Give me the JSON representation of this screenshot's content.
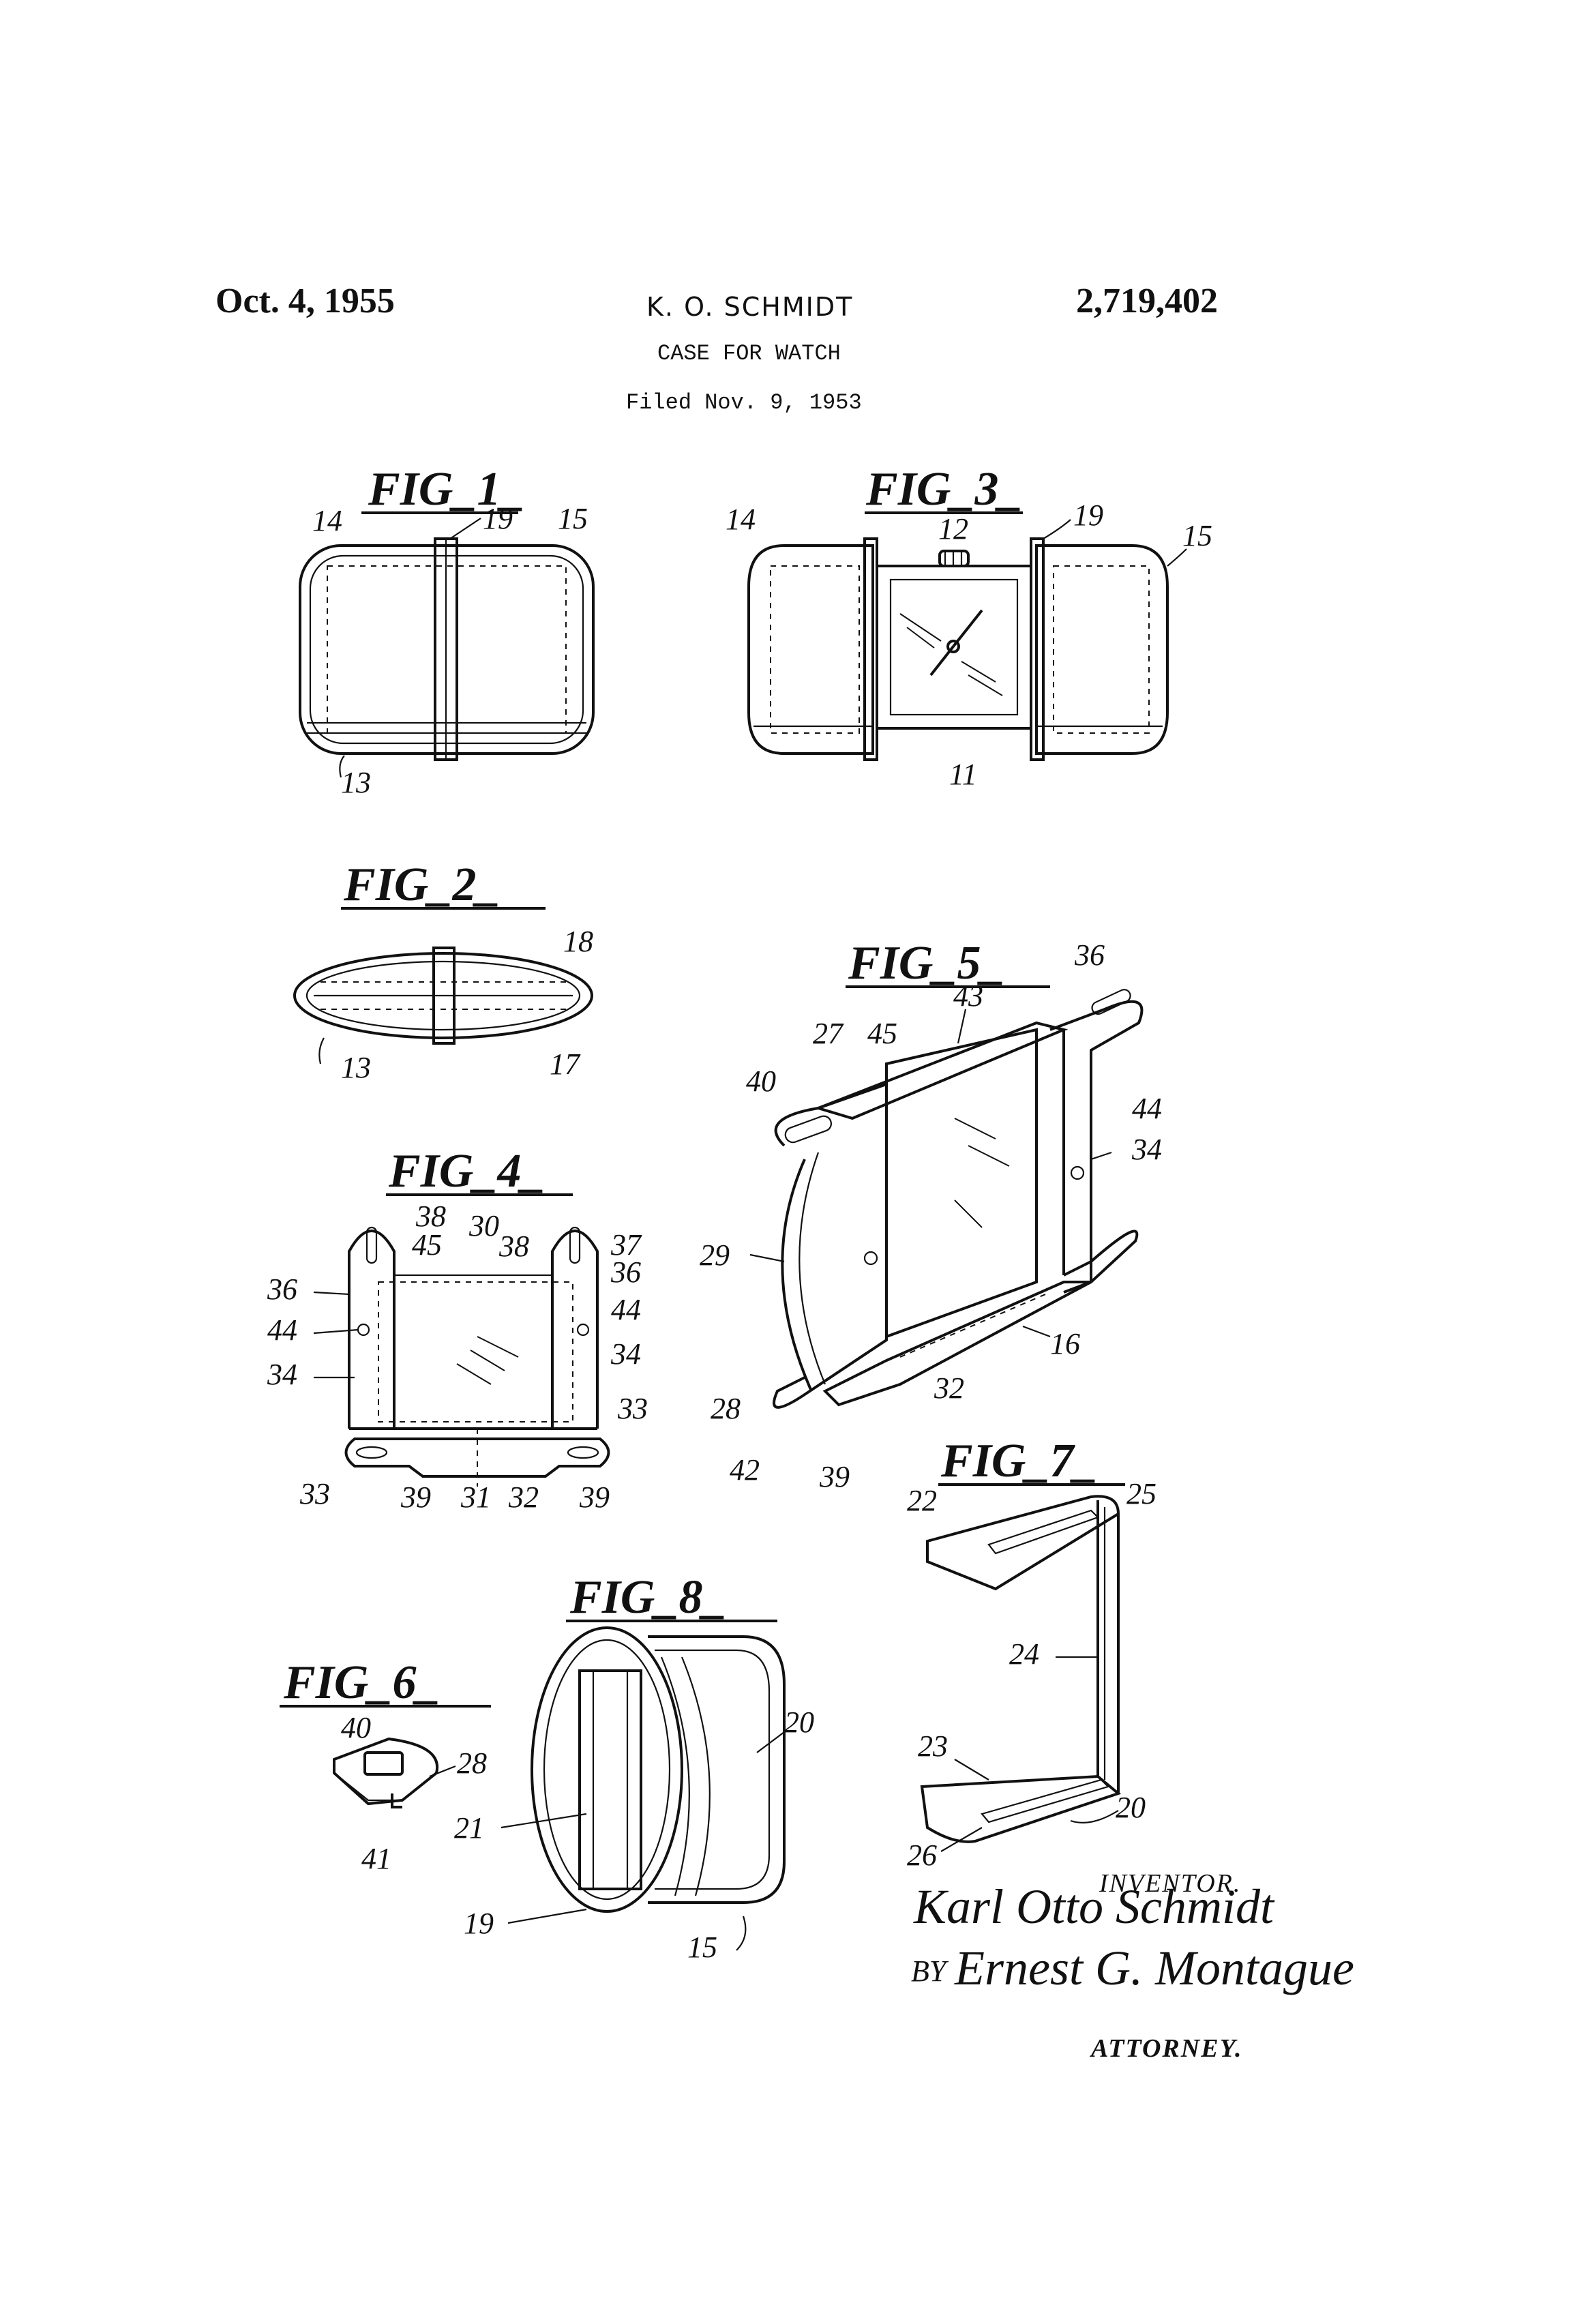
{
  "header": {
    "date": "Oct. 4, 1955",
    "inventor_name": "K. O. SCHMIDT",
    "patent_number": "2,719,402",
    "title": "CASE FOR WATCH",
    "filed": "Filed Nov. 9, 1953"
  },
  "figures": {
    "fig1": "FIG_1_",
    "fig2": "FIG_2_",
    "fig3": "FIG_3_",
    "fig4": "FIG_4_",
    "fig5": "FIG_5_",
    "fig6": "FIG_6_",
    "fig7": "FIG_7_",
    "fig8": "FIG_8_"
  },
  "refs": {
    "fig1": [
      "14",
      "19",
      "15",
      "13"
    ],
    "fig2": [
      "18",
      "13",
      "17"
    ],
    "fig3": [
      "14",
      "12",
      "19",
      "15",
      "11"
    ],
    "fig4": [
      "38",
      "30",
      "38",
      "37",
      "45",
      "36",
      "36",
      "44",
      "44",
      "34",
      "34",
      "33",
      "33",
      "39",
      "31",
      "32",
      "39"
    ],
    "fig5": [
      "36",
      "43",
      "27",
      "45",
      "40",
      "44",
      "34",
      "29",
      "16",
      "28",
      "32",
      "42",
      "39"
    ],
    "fig6": [
      "40",
      "28",
      "41"
    ],
    "fig7": [
      "22",
      "25",
      "24",
      "23",
      "20",
      "26"
    ],
    "fig8": [
      "20",
      "21",
      "19",
      "15"
    ]
  },
  "signature": {
    "inventor_label": "INVENTOR.",
    "inventor_signature": "Karl Otto Schmidt",
    "by": "BY",
    "attorney_signature": "Ernest G. Montague",
    "attorney_label": "ATTORNEY."
  }
}
